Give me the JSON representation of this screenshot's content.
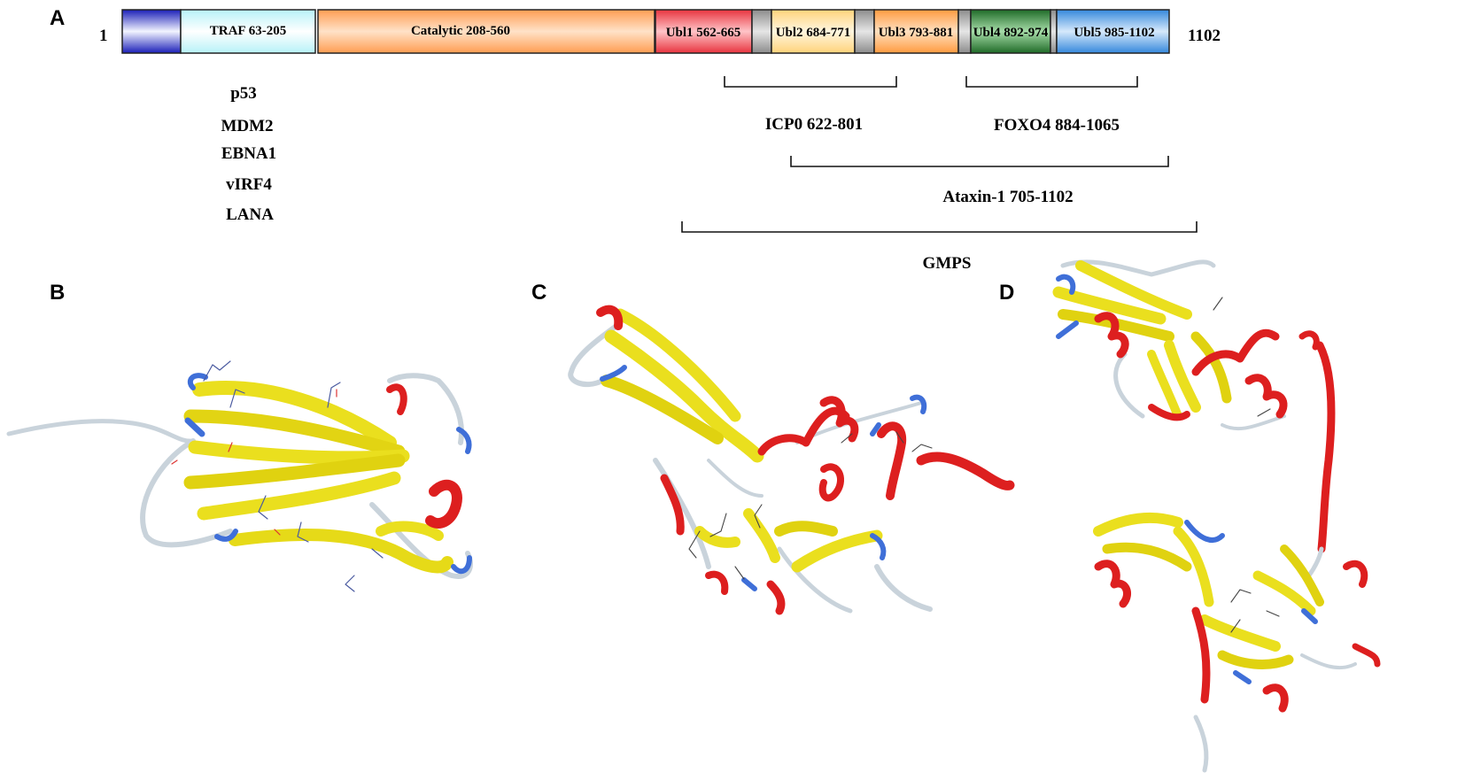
{
  "panels": {
    "a": "A",
    "b": "B",
    "c": "C",
    "d": "D"
  },
  "bar": {
    "start_label": "1",
    "end_label": "1102",
    "colors": {
      "nterm": "#2a2fd6",
      "traf": "#dcfcff",
      "catalytic": "#ffb27a",
      "ubl1": "#f25a62",
      "linker": "#b9b9b9",
      "ubl2": "#ffe3a6",
      "ubl3": "#ffb46e",
      "ubl4": "#2f8a3a",
      "ubl5": "#5aa2e8"
    },
    "domains": {
      "traf": "TRAF 63-205",
      "catalytic": "Catalytic 208-560",
      "ubl1": "Ubl1 562-665",
      "ubl2": "Ubl2 684-771",
      "ubl3": "Ubl3 793-881",
      "ubl4": "Ubl4 892-974",
      "ubl5": "Ubl5 985-1102"
    }
  },
  "partners": [
    "p53",
    "MDM2",
    "EBNA1",
    "vIRF4",
    "LANA"
  ],
  "brackets": {
    "icp0": "ICP0 622-801",
    "foxo4": "FOXO4 884-1065",
    "ataxin": "Ataxin-1 705-1102",
    "gmps": "GMPS"
  },
  "structure_colors": {
    "helix": "#dd1f1f",
    "strand": "#eadf1e",
    "coil": "#c9d3db",
    "turn": "#3f6fd8"
  }
}
